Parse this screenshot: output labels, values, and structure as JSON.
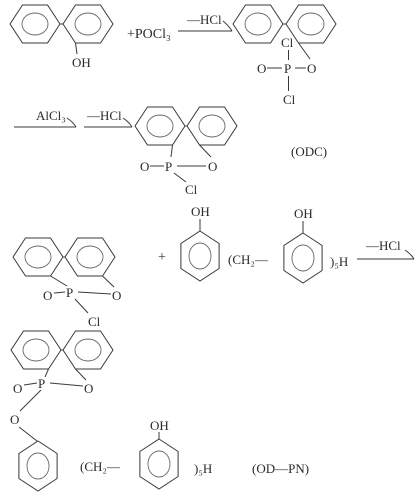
{
  "reaction_1": {
    "reactant": {
      "hydroxyl": "OH"
    },
    "reagent": "+POCl₃",
    "arrow_label": "—HCl",
    "product": {
      "chlorine_top": "Cl",
      "oxygen_double": "O",
      "phosphorus": "P",
      "oxygen_ring": "O",
      "chlorine_bottom": "Cl"
    }
  },
  "reaction_2": {
    "catalyst_label": "AlCl₃",
    "arrow_label": "—HCl",
    "product": {
      "oxygen_double": "O",
      "phosphorus": "P",
      "oxygen_ring": "O",
      "chlorine": "Cl"
    },
    "product_name": "(ODC)"
  },
  "reaction_3": {
    "reactant": {
      "oxygen_double": "O",
      "phosphorus": "P",
      "oxygen_ring": "O",
      "chlorine": "Cl"
    },
    "plus": "+",
    "phenol_hydroxyl": "OH",
    "repeat_open": "(CH₂—",
    "repeat_hydroxyl": "OH",
    "repeat_close": ")₅H",
    "arrow_label": "—HCl"
  },
  "final_product": {
    "oxygen_double": "O",
    "phosphorus": "P",
    "oxygen_ring": "O",
    "oxygen_ether": "O",
    "repeat_open": "(CH₂—",
    "repeat_hydroxyl": "OH",
    "repeat_close": ")₅H",
    "product_name": "(OD—PN)"
  }
}
